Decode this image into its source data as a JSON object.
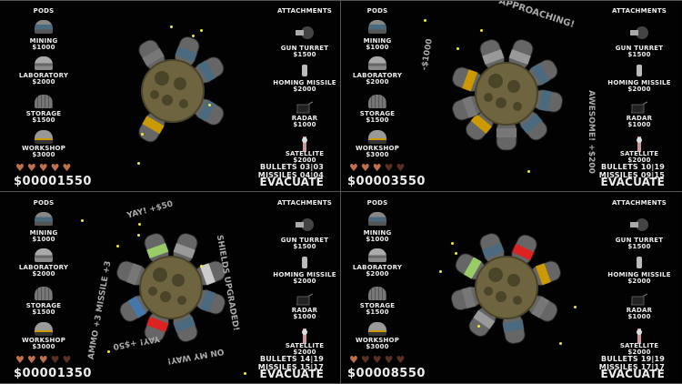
{
  "colors": {
    "heart_full": "#c0704f",
    "heart_empty": "#5a3024",
    "text": "#eeeeee",
    "asteroid": "#6e6540",
    "background": "#000000"
  },
  "labels": {
    "pods_title": "PODS",
    "attachments_title": "ATTACHMENTS",
    "evacuate": "EVACUATE",
    "bullets": "BULLETS",
    "missiles": "MISSILES"
  },
  "pods": [
    {
      "name": "MINING",
      "price": "$1000",
      "icon": "mining-pod-icon"
    },
    {
      "name": "LABORATORY",
      "price": "$2000",
      "icon": "laboratory-pod-icon"
    },
    {
      "name": "STORAGE",
      "price": "$1500",
      "icon": "storage-pod-icon"
    },
    {
      "name": "WORKSHOP",
      "price": "$3000",
      "icon": "workshop-pod-icon"
    }
  ],
  "attachments": [
    {
      "name": "GUN TURRET",
      "price": "$1500",
      "icon": "gun-turret-icon"
    },
    {
      "name": "HOMING MISSILE",
      "price": "$2000",
      "icon": "homing-missile-icon"
    },
    {
      "name": "RADAR",
      "price": "$1000",
      "icon": "radar-icon"
    },
    {
      "name": "SATELLITE",
      "price": "$2000",
      "icon": "satellite-icon"
    }
  ],
  "screens": [
    {
      "money": "$00001550",
      "hearts_full": 5,
      "hearts_total": 5,
      "bullets": "03|03",
      "missiles": "04|04",
      "floating_texts": []
    },
    {
      "money": "$00003550",
      "hearts_full": 3,
      "hearts_total": 5,
      "bullets": "10|19",
      "missiles": "09|15",
      "floating_texts": [
        "APPROACHING!",
        "-$1000",
        "AWESOME! +$200"
      ]
    },
    {
      "money": "$00001350",
      "hearts_full": 3,
      "hearts_total": 5,
      "bullets": "14|19",
      "missiles": "15|17",
      "floating_texts": [
        "YAY! +$50",
        "SHIELDS UPGRADED!",
        "AMMO +3 MISSILE +3",
        "YAY! +$50",
        "ON MY WAY!"
      ]
    },
    {
      "money": "$00008550",
      "hearts_full": 1,
      "hearts_total": 5,
      "bullets": "19|19",
      "missiles": "17|17",
      "floating_texts": []
    }
  ]
}
